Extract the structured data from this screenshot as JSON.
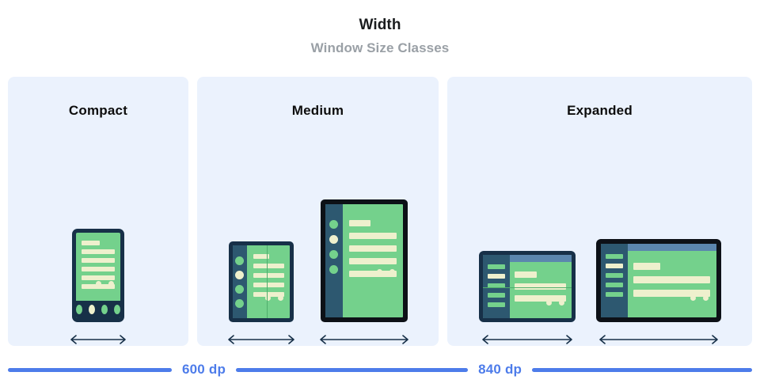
{
  "header": {
    "title": "Width",
    "subtitle": "Window Size Classes"
  },
  "colors": {
    "panel_background": "#ebf2fd",
    "device_frame_navy": "#173048",
    "device_frame_black": "#0d1117",
    "rail": "#2d5870",
    "screen_green": "#74d18c",
    "content_cream": "#eef0cd",
    "topbar_blue": "#5b86ae",
    "accent_blue": "#4d7cea",
    "title_color": "#1a1c1e",
    "subtitle_color": "#9aa0a6"
  },
  "panels": [
    {
      "key": "compact",
      "label": "Compact",
      "devices": [
        {
          "name": "phone",
          "arrow_label": "width-arrow"
        }
      ]
    },
    {
      "key": "medium",
      "label": "Medium",
      "devices": [
        {
          "name": "folded-foldable",
          "arrow_label": "width-arrow"
        },
        {
          "name": "tablet-portrait",
          "arrow_label": "width-arrow"
        }
      ]
    },
    {
      "key": "expanded",
      "label": "Expanded",
      "devices": [
        {
          "name": "unfolded-foldable",
          "arrow_label": "width-arrow"
        },
        {
          "name": "tablet-landscape",
          "arrow_label": "width-arrow"
        }
      ]
    }
  ],
  "footer": {
    "breakpoints": [
      {
        "label": "600 dp"
      },
      {
        "label": "840 dp"
      }
    ]
  }
}
